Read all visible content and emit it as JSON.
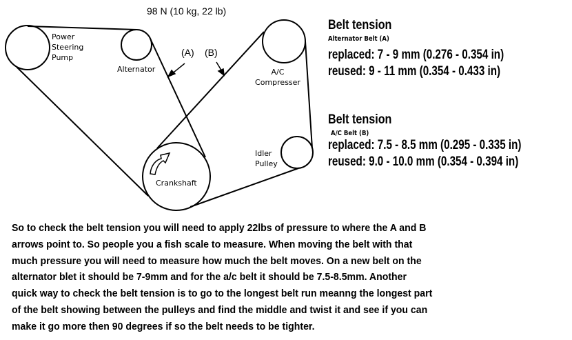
{
  "diagram": {
    "force_label": "98 N (10 kg, 22 lb)",
    "arrow_a_label": "(A)",
    "arrow_b_label": "(B)",
    "pulleys": {
      "power_steering": [
        "Power",
        "Steering",
        "Pump"
      ],
      "alternator": "Alternator",
      "ac_compressor": [
        "A/C",
        "Compresser"
      ],
      "idler": [
        "Idler",
        "Pulley"
      ],
      "crankshaft": "Crankshaft"
    }
  },
  "specs": [
    {
      "heading": "Belt tension",
      "subheading": "Alternator Belt (A)",
      "replaced": "replaced: 7 - 9 mm (0.276 - 0.354 in)",
      "reused": "reused: 9 - 11 mm (0.354 - 0.433 in)"
    },
    {
      "heading": "Belt tension",
      "subheading": "A/C Belt (B)",
      "replaced": "replaced: 7.5 - 8.5 mm (0.295 - 0.335 in)",
      "reused": "reused: 9.0 - 10.0 mm (0.354 - 0.394 in)"
    }
  ],
  "explanation": [
    "So to check the belt tension you will need to apply 22lbs of pressure to where the A and B",
    "arrows point to.  So people you a fish scale to measure. When moving the belt with that",
    "much pressure you will need to measure how much the belt moves. On a new belt on the",
    "alternator blet it should be 7-9mm and for the a/c belt it should be 7.5-8.5mm. Another",
    "quick way to check the belt tension is to go to the longest belt run meanng the longest part",
    "of the belt showing between the pulleys and find the middle and twist it and see if you can",
    "make it go more then 90 degrees if so the belt needs to be tighter."
  ]
}
